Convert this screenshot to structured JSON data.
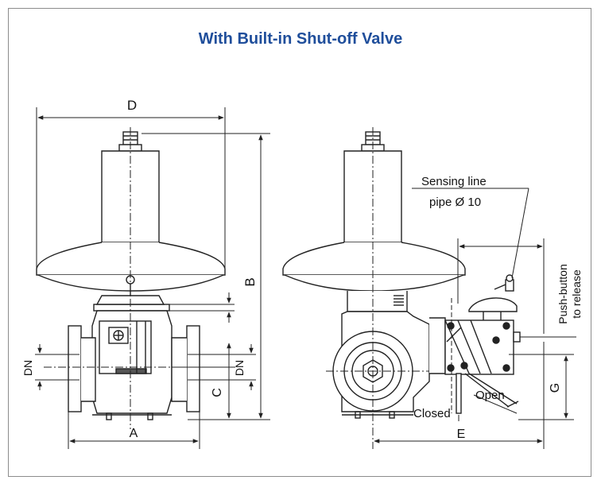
{
  "title": "With Built-in Shut-off Valve",
  "labels": {
    "D": "D",
    "B": "B",
    "A": "A",
    "C": "C",
    "DN_left": "DN",
    "DN_right": "DN",
    "E": "E",
    "G": "G",
    "sensing_line_1": "Sensing line",
    "sensing_line_2": "pipe Ø 10",
    "push_button_1": "Push-button",
    "push_button_2": "to release",
    "open": "Open",
    "closed": "Closed"
  },
  "colors": {
    "title": "#1f4e9b",
    "line": "#222222",
    "frame": "#8c8c8c"
  }
}
